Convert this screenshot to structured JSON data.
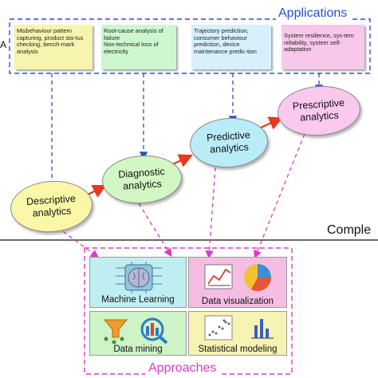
{
  "applications": {
    "title": "Applications",
    "notes": [
      {
        "text": "Misbehaviour pattern capturing, product sta-tus checking, bench-mark analysis",
        "color": "#f7f4ad"
      },
      {
        "text": "Root-cause analysis of failure\nNon-technical loss of electricity",
        "color": "#cdf7cf"
      },
      {
        "text": "Trajectory prediction, consumer behaviour prediction, device maintenance predic-tion",
        "color": "#d7f0fb"
      },
      {
        "text": "System resilience, sys-tem reliability, system self-adaptation",
        "color": "#f8c8ea"
      }
    ]
  },
  "stages": [
    {
      "label": "Descriptive\nanalytics",
      "color": "#fbf7a8"
    },
    {
      "label": "Diagnostic\nanalytics",
      "color": "#d3f7c4"
    },
    {
      "label": "Predictive\nanalytics",
      "color": "#b9ecf7"
    },
    {
      "label": "Prescriptive\nanalytics",
      "color": "#f9c9ee"
    }
  ],
  "complexity_label": "Comple",
  "approaches": {
    "title": "Approaches",
    "tiles": [
      {
        "label": "Machine Learning",
        "icon": "brain-chip-icon",
        "color": "#bfeef2"
      },
      {
        "label": "Data visualization",
        "icon": "chart-visualization-icon",
        "color": "#f6bde3"
      },
      {
        "label": "Data mining",
        "icon": "data-mining-icon",
        "color": "#cdf3c6"
      },
      {
        "label": "Statistical modeling",
        "icon": "statistical-modeling-icon",
        "color": "#f6f3b3"
      }
    ]
  },
  "colors": {
    "applications_frame": "#2a4fd0",
    "approaches_frame": "#d23ab8",
    "arrow_progress": "#e23b1f",
    "arrow_application": "#2a4fd0",
    "arrow_approach": "#d83cc4"
  }
}
